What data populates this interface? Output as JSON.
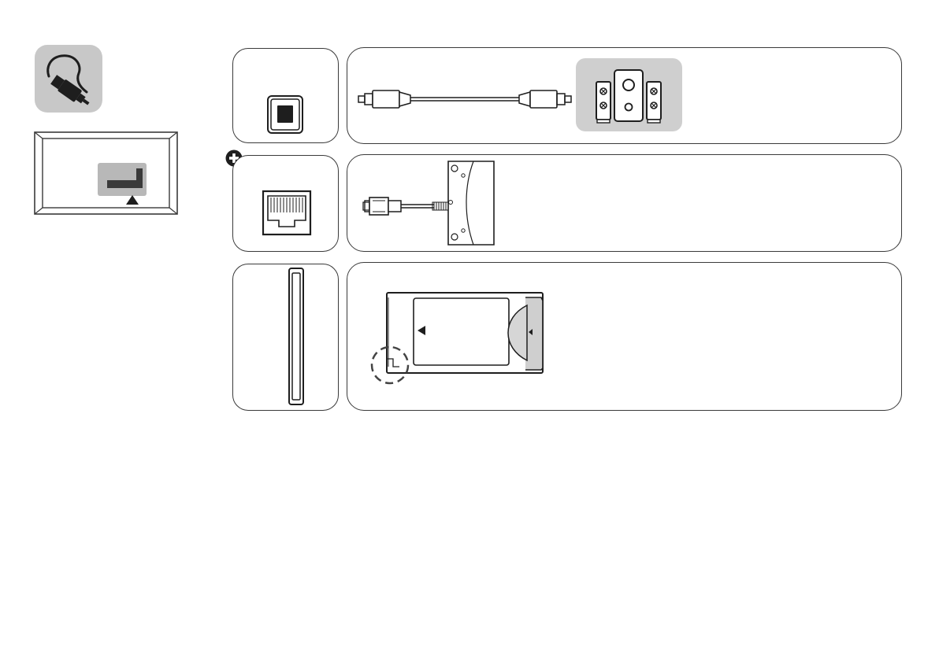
{
  "legend": {
    "cable_icon": "cable-plug-icon",
    "tv_back_icon": "tv-rear-panel-icon"
  },
  "rows": [
    {
      "id": "optical",
      "port_icon": "optical-audio-port-icon",
      "device_icon": "speaker-system-icon",
      "cable_icon": "optical-cable-icon"
    },
    {
      "id": "lan",
      "port_icon": "lan-rj45-port-icon",
      "device_icon": "network-wall-socket-icon",
      "cable_icon": "ethernet-cable-icon",
      "marker_icon": "plus-circle-icon"
    },
    {
      "id": "ci",
      "port_icon": "ci-card-slot-icon",
      "device_icon": "ci-module-card-icon",
      "detail_icon": "dashed-circle-highlight-icon"
    }
  ],
  "colors": {
    "line": "#3a3a3a",
    "badge_gray": "#c8c8c8",
    "panel_gray": "#cfcfcf",
    "dark_fill": "#1e1e1e"
  }
}
